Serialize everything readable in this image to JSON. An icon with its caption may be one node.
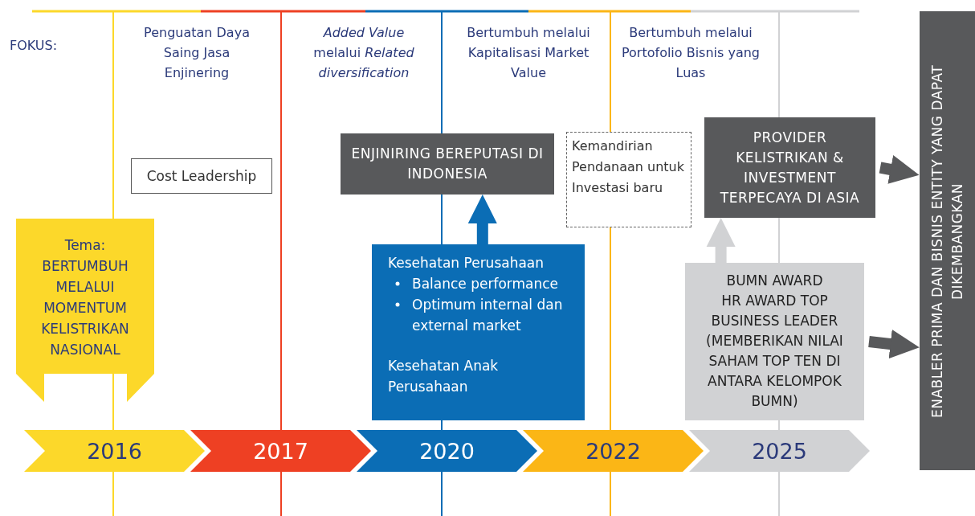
{
  "diagram": {
    "nodes": [
      {
        "text": [
          "Tema:",
          "BERTUMBUH MELALUI MOMENTUM KELISTRIKAN NASIONAL"
        ]
      },
      {
        "text": [
          "Cost Leadership"
        ]
      },
      {
        "text": [
          "ENJINIRING BEREPUTASI DI INDONESIA"
        ]
      },
      {
        "text": [
          "Kemandirian Pendanaan untuk Investasi baru"
        ]
      },
      {
        "text": [
          "PROVIDER KELISTRIKAN & INVESTMENT TERPECAYA DI ASIA"
        ]
      },
      {
        "text": [
          "Kesehatan Perusahaan",
          "Balance performance",
          "Optimum internal dan external market",
          "Kesehatan Anak Perusahaan"
        ]
      },
      {
        "text": [
          "BUMN AWARD",
          "HR AWARD TOP BUSINESS LEADER (MEMBERIKAN NILAI SAHAM TOP TEN DI ANTARA KELOMPOK BUMN)"
        ]
      },
      {
        "text": [
          "ENABLER PRIMA DAN BISNIS ENTITY YANG DAPAT DIKEMBANGKAN"
        ]
      },
      {
        "text": [
          "2016"
        ]
      },
      {
        "text": [
          "2017"
        ]
      },
      {
        "text": [
          "2020"
        ]
      },
      {
        "text": [
          "2022"
        ]
      },
      {
        "text": [
          "2025"
        ]
      }
    ],
    "edges": [
      {
        "from": 5,
        "to": 2,
        "arrow": "to",
        "color": "#0b6db5"
      },
      {
        "from": 6,
        "to": 4,
        "arrow": "to",
        "color": "#d1d2d4"
      },
      {
        "from": 4,
        "to": 7,
        "arrow": "to"
      },
      {
        "from": 6,
        "to": 7,
        "arrow": "to"
      }
    ],
    "labels": [
      "FOKUS:",
      "Penguatan Daya Saing Jasa Enjinering",
      "*Added Value* melalui *Related diversification*",
      "Bertumbuh melalui Kapitalisasi Market Value",
      "Bertumbuh melalui Portofolio Bisnis yang Luas"
    ]
  }
}
